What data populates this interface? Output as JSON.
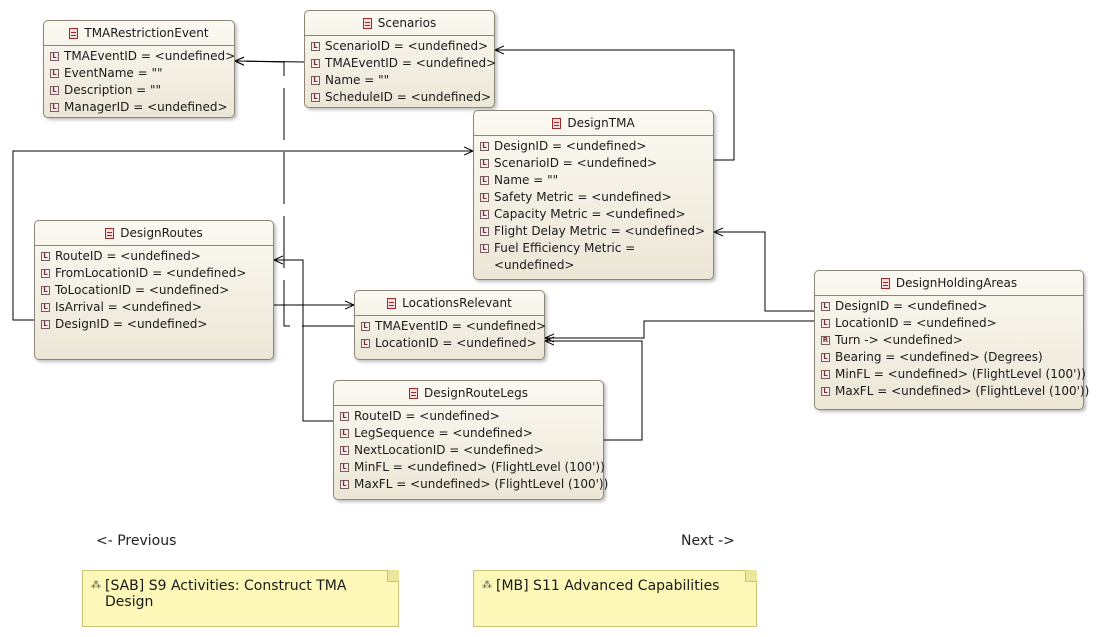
{
  "classes": {
    "tma_restriction_event": {
      "title": "TMARestrictionEvent",
      "attrs": [
        "TMAEventID = <undefined>",
        "EventName = \"\"",
        "Description = \"\"",
        "ManagerID = <undefined>"
      ]
    },
    "scenarios": {
      "title": "Scenarios",
      "attrs": [
        "ScenarioID = <undefined>",
        "TMAEventID = <undefined>",
        "Name = \"\"",
        "ScheduleID = <undefined>"
      ]
    },
    "design_tma": {
      "title": "DesignTMA",
      "attrs": [
        "DesignID = <undefined>",
        "ScenarioID = <undefined>",
        "Name = \"\"",
        "Safety Metric = <undefined>",
        "Capacity Metric = <undefined>",
        "Flight Delay Metric = <undefined>",
        "Fuel Efficiency Metric = <undefined>"
      ]
    },
    "design_routes": {
      "title": "DesignRoutes",
      "attrs": [
        "RouteID = <undefined>",
        "FromLocationID = <undefined>",
        "ToLocationID = <undefined>",
        "IsArrival = <undefined>",
        "DesignID = <undefined>"
      ]
    },
    "locations_relevant": {
      "title": "LocationsRelevant",
      "attrs": [
        "TMAEventID = <undefined>",
        "LocationID = <undefined>"
      ]
    },
    "design_route_legs": {
      "title": "DesignRouteLegs",
      "attrs": [
        "RouteID = <undefined>",
        "LegSequence = <undefined>",
        "NextLocationID = <undefined>",
        "MinFL = <undefined> (FlightLevel (100'))",
        "MaxFL = <undefined> (FlightLevel (100'))"
      ]
    },
    "design_holding_areas": {
      "title": "DesignHoldingAreas",
      "attrs": [
        "DesignID = <undefined>",
        "LocationID = <undefined>",
        "Turn -> <undefined>",
        "Bearing = <undefined> (Degrees)",
        "MinFL = <undefined> (FlightLevel (100'))",
        "MaxFL = <undefined> (FlightLevel (100'))"
      ]
    }
  },
  "nav": {
    "previous": "<- Previous",
    "next": "Next ->"
  },
  "notes": {
    "left": "[SAB] S9 Activities: Construct TMA Design",
    "right": "[MB] S11 Advanced Capabilities"
  },
  "colors": {
    "class_icon": "#9b2b2b",
    "note_fill": "#fdf8b8",
    "class_fill": "#f4f0e4"
  }
}
